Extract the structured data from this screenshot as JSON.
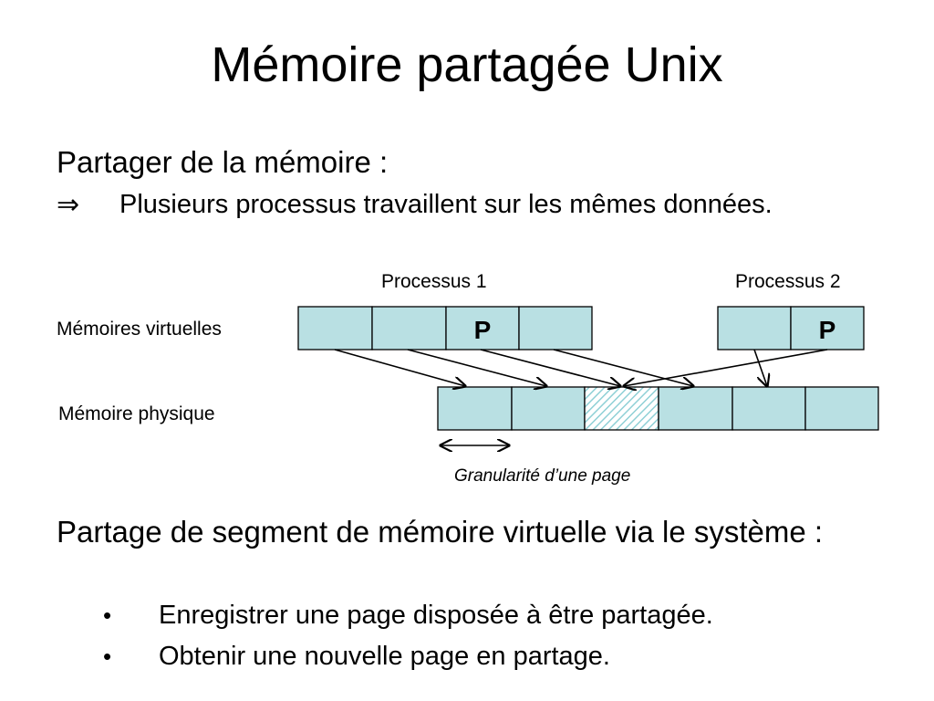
{
  "title": "Mémoire partagée Unix",
  "intro": "Partager de la mémoire :",
  "implies_symbol": "⇒",
  "implication": "Plusieurs processus travaillent sur les mêmes données.",
  "diagram": {
    "process1_label": "Processus 1",
    "process2_label": "Processus 2",
    "virtual_label": "Mémoires virtuelles",
    "physical_label": "Mémoire physique",
    "page_marker": "P",
    "granularity_label": "Granularité d’une page",
    "colors": {
      "page_fill": "#b9e0e3",
      "shared_hatch": "#8fd0d6"
    }
  },
  "segment": {
    "heading": "Partage de segment de mémoire virtuelle via le système :",
    "bullet_symbol": "•",
    "items": [
      "Enregistrer une page disposée à être partagée.",
      "Obtenir une nouvelle page en partage."
    ]
  }
}
